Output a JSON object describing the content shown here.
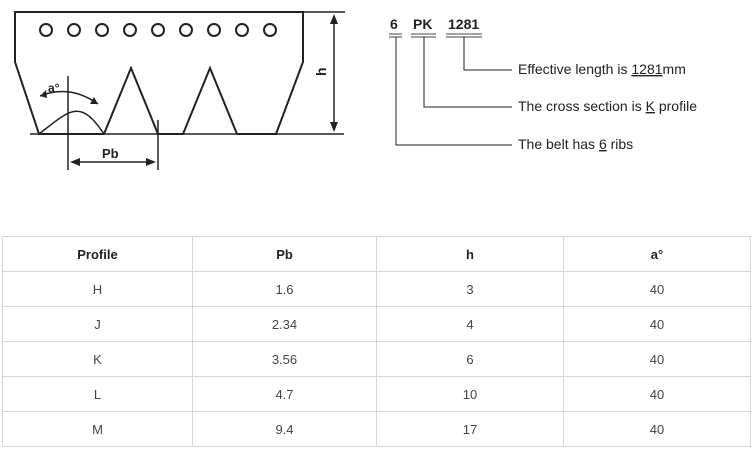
{
  "belt_diagram": {
    "angle_label": "a°",
    "pitch_label": "Pb",
    "height_label": "h"
  },
  "designation": {
    "ribs": "6",
    "profile": "PK",
    "length": "1281",
    "lines": [
      {
        "pre": "Effective length is ",
        "u": "1281",
        "post": "mm"
      },
      {
        "pre": "The cross section is ",
        "u": "K",
        "post": " profile"
      },
      {
        "pre": "The belt has ",
        "u": "6",
        "post": " ribs"
      }
    ]
  },
  "table": {
    "headers": [
      "Profile",
      "Pb",
      "h",
      "a°"
    ],
    "rows": [
      [
        "H",
        "1.6",
        "3",
        "40"
      ],
      [
        "J",
        "2.34",
        "4",
        "40"
      ],
      [
        "K",
        "3.56",
        "6",
        "40"
      ],
      [
        "L",
        "4.7",
        "10",
        "40"
      ],
      [
        "M",
        "9.4",
        "17",
        "40"
      ]
    ]
  },
  "colors": {
    "line": "#222222",
    "grid": "#d6d6d6"
  }
}
